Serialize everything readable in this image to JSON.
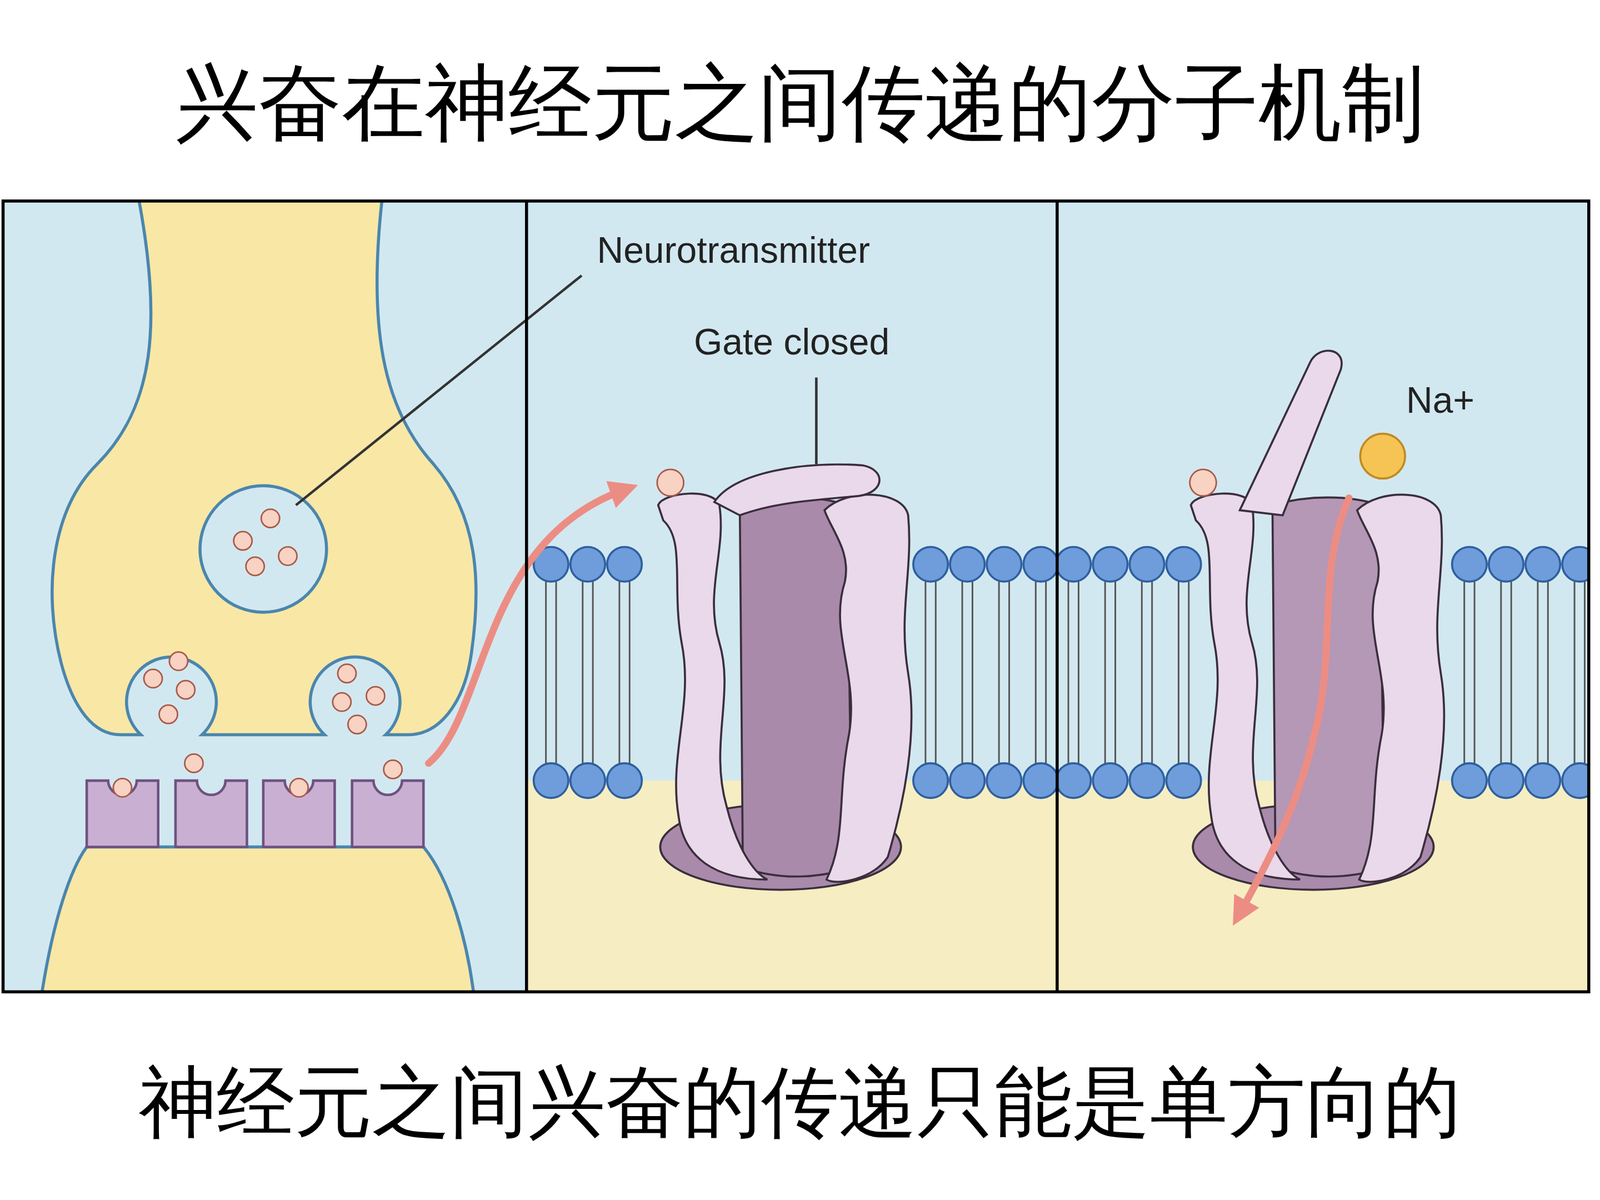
{
  "diagram": {
    "title": "兴奋在神经元之间传递的分子机制",
    "caption": "神经元之间兴奋的传递只能是单方向的",
    "labels": [
      "Neurotransmitter",
      "Gate closed",
      "Na+"
    ]
  }
}
